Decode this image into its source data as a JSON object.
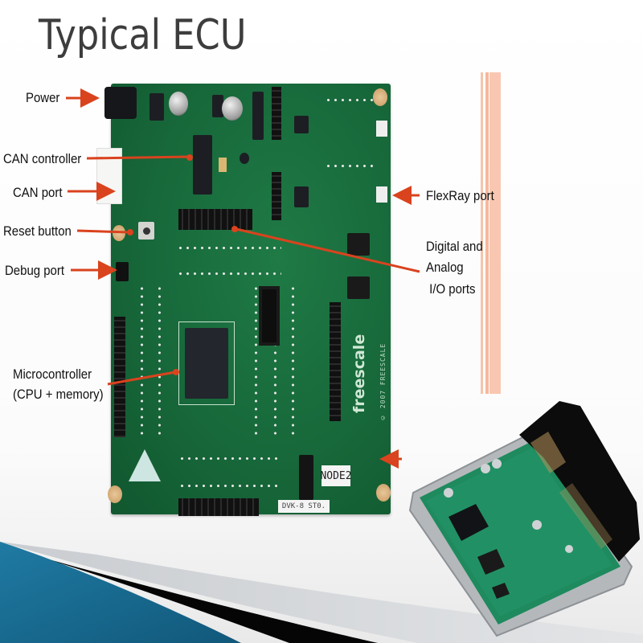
{
  "slide": {
    "title": "Typical ECU",
    "accent_color": "#d9431e",
    "swoosh_color": "#1c6f93"
  },
  "labels": {
    "left": [
      {
        "id": "power",
        "text": "Power"
      },
      {
        "id": "can-controller",
        "text": "CAN controller"
      },
      {
        "id": "can-port",
        "text": "CAN port"
      },
      {
        "id": "reset-button",
        "text": "Reset button"
      },
      {
        "id": "debug-port",
        "text": "Debug port"
      },
      {
        "id": "microcontroller",
        "line1": "Microcontroller",
        "line2": "(CPU + memory)"
      }
    ],
    "right": [
      {
        "id": "flexray-port",
        "text": "FlexRay port"
      },
      {
        "id": "io-ports",
        "line1": "Digital and",
        "line2": "Analog",
        "line3": " I/O ports"
      }
    ]
  },
  "board": {
    "node_label": "NODE2",
    "sticker_text": "DVK-8 ST0.",
    "brand": "freescale",
    "brand_sub": "© 2007 FREESCALE"
  },
  "images": {
    "dev_board": "Freescale development board (green PCB)",
    "production_ecu": "Automotive ECU in aluminium housing with black connector"
  }
}
